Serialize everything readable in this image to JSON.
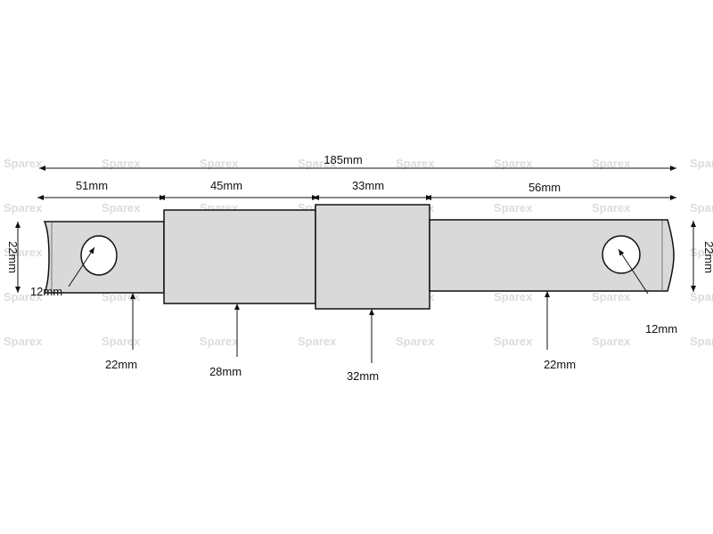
{
  "colors": {
    "part_fill": "#d9d9d9",
    "outline": "#111111",
    "watermark": "#dcdcdc",
    "background": "#ffffff"
  },
  "watermark_text": "Sparex",
  "dimensions": {
    "overall_length": "185mm",
    "section_1_length": "51mm",
    "section_2_length": "45mm",
    "section_3_length": "33mm",
    "section_4_length": "56mm",
    "left_end_height": "22mm",
    "right_end_height": "22mm",
    "left_hole_diameter": "12mm",
    "right_hole_diameter": "12mm",
    "left_pin_diameter": "22mm",
    "collar_1_diameter": "28mm",
    "collar_2_diameter": "32mm",
    "right_pin_diameter": "22mm"
  }
}
